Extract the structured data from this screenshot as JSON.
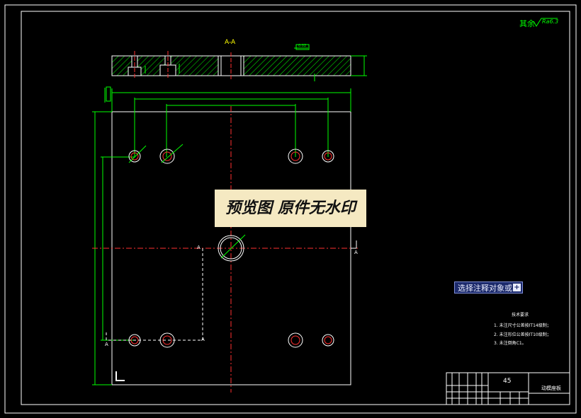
{
  "roughness_note": {
    "label": "其余",
    "value": "Ra6.3"
  },
  "section_view": {
    "label": "A-A",
    "flatness_value": "0.02"
  },
  "section_markers": {
    "left_top": "A",
    "right_top": "A",
    "left_bottom": "A",
    "right_bottom": "A"
  },
  "tech_requirements": {
    "title": "技术要求",
    "items": [
      "1. 未注尺寸公差按IT14级制；",
      "2. 未注形位公差按IT10级制；",
      "3. 未注倒角C1。"
    ]
  },
  "title_block": {
    "material": "45",
    "part_name": "动模座板"
  },
  "watermark": {
    "text": "预览图 原件无水印"
  },
  "tooltip": {
    "text": "选择注释对象或",
    "icon": "plus-icon"
  },
  "colors": {
    "background": "#000000",
    "frame": "#ffffff",
    "dimension": "#00ff00",
    "center_line": "#ff3030",
    "text_yellow": "#ffff00",
    "hatch": "#00ff00"
  }
}
